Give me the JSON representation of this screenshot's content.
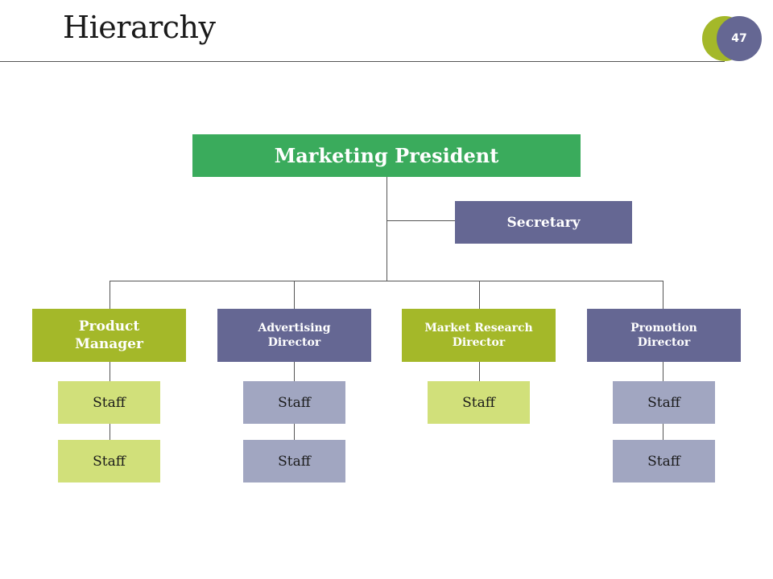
{
  "slide": {
    "title": "Hierarchy",
    "page_number": "47"
  },
  "colors": {
    "president": "#3aab5c",
    "olive": "#a4b829",
    "slate": "#656793",
    "light_olive": "#d1e07a",
    "light_slate": "#a1a6c1"
  },
  "org": {
    "president": "Marketing President",
    "secretary": "Secretary",
    "departments": [
      {
        "title_line1": "Product",
        "title_line2": "Manager",
        "staff": [
          "Staff",
          "Staff"
        ]
      },
      {
        "title_line1": "Advertising",
        "title_line2": "Director",
        "staff": [
          "Staff",
          "Staff"
        ]
      },
      {
        "title_line1": "Market Research",
        "title_line2": "Director",
        "staff": [
          "Staff"
        ]
      },
      {
        "title_line1": "Promotion",
        "title_line2": "Director",
        "staff": [
          "Staff",
          "Staff"
        ]
      }
    ]
  }
}
